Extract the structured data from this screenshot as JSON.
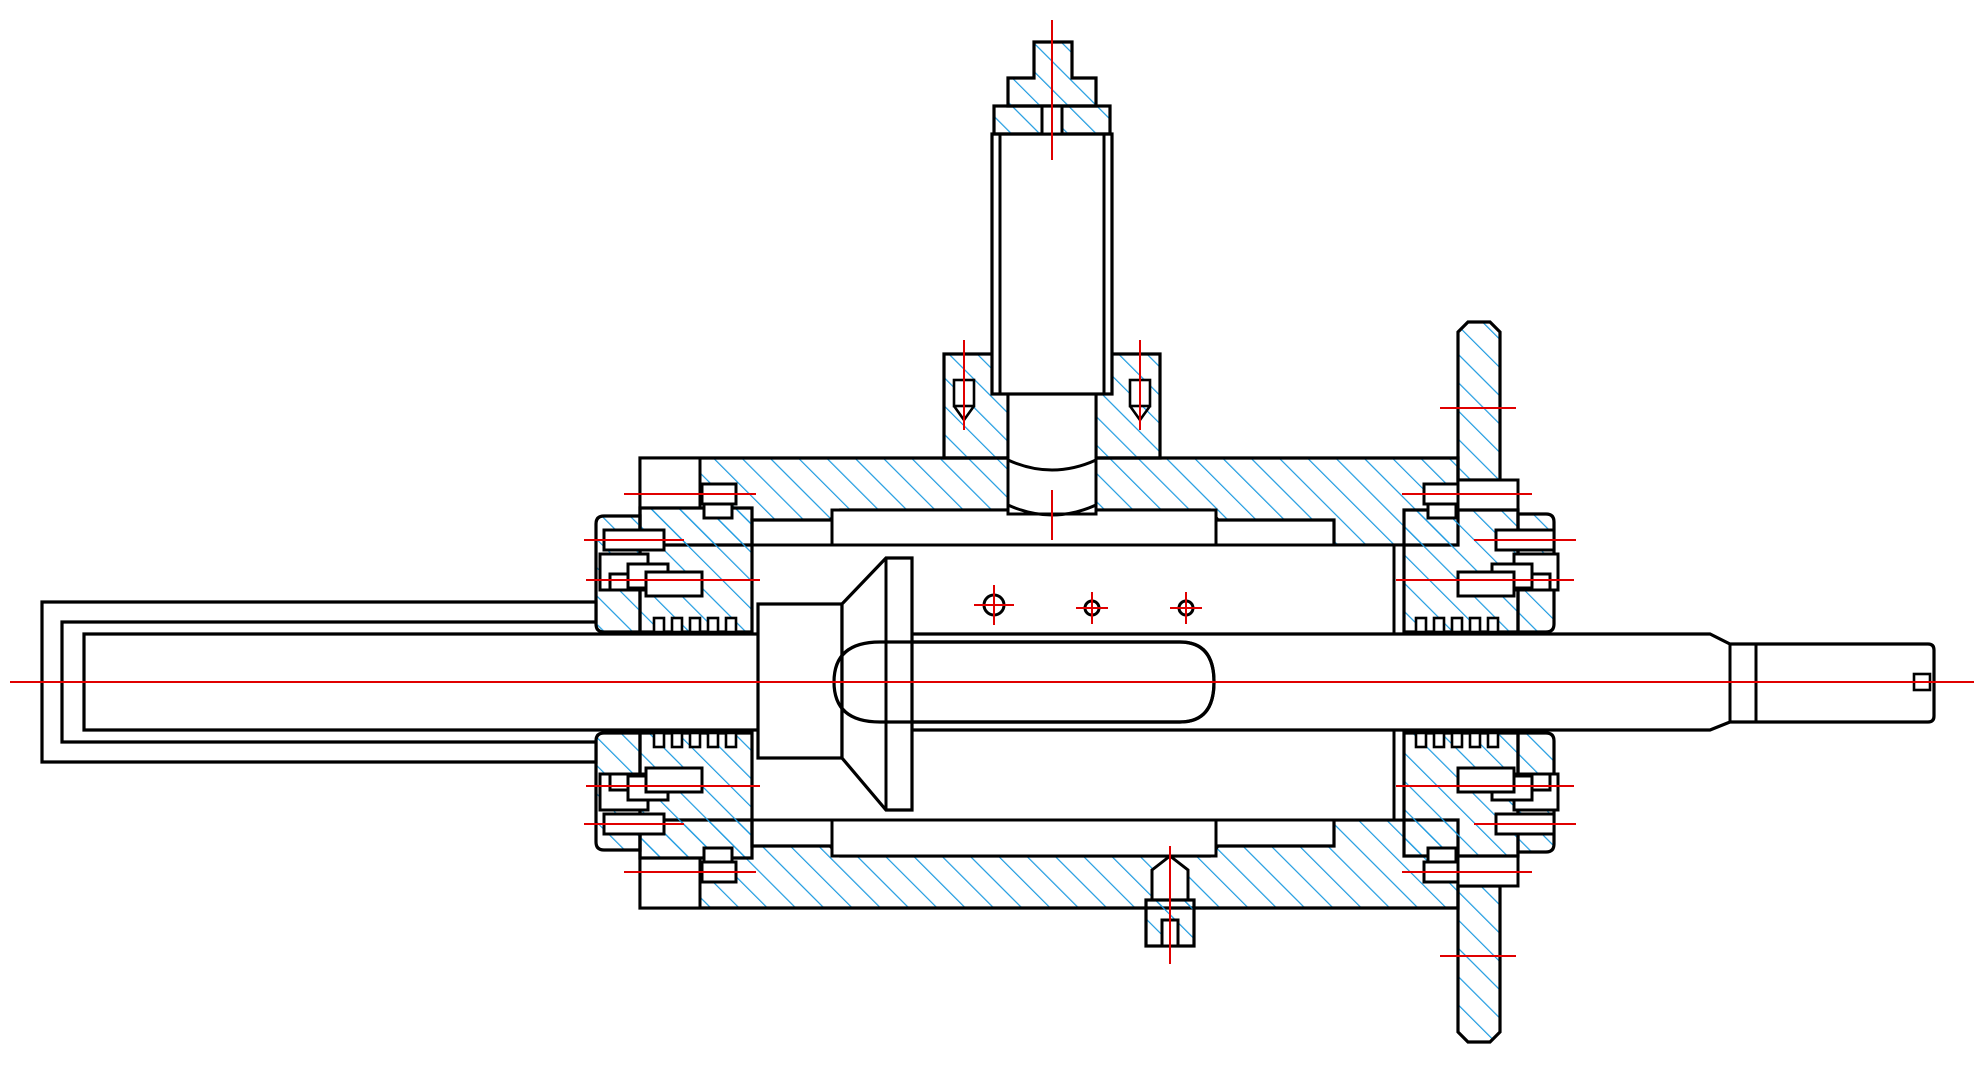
{
  "colors": {
    "outline": "#000000",
    "hatch": "#1e9be0",
    "centerline": "#e00000",
    "background": "#ffffff"
  },
  "parts": [
    "housing",
    "top-cylinder-post",
    "left-end-cap",
    "right-end-cap",
    "right-flange",
    "main-shaft",
    "left-shaft-sleeve",
    "cone-piston",
    "shaft-slot",
    "bottom-plug",
    "bolt-set"
  ]
}
